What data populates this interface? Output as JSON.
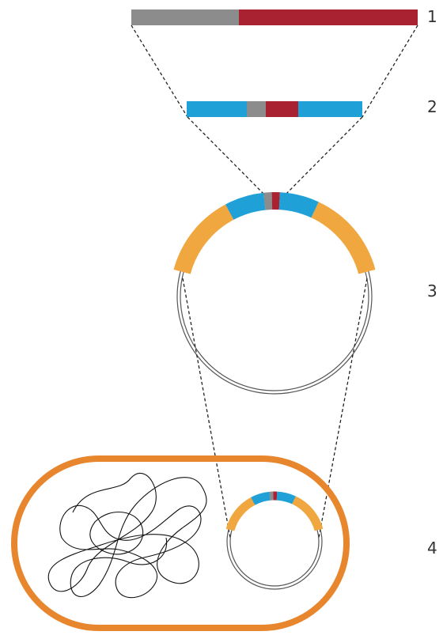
{
  "steps": [
    {
      "label": "1"
    },
    {
      "label": "2"
    },
    {
      "label": "3"
    },
    {
      "label": "4"
    }
  ],
  "colors": {
    "gene_gray": "#8c8c8c",
    "gene_red": "#a82232",
    "vector_blue": "#1fa0d6",
    "plasmid_orange": "#f0a73f",
    "cell_orange": "#e8862e",
    "plasmid_ring": "#555555",
    "dna_line": "#111111",
    "guide_line": "#222222"
  }
}
